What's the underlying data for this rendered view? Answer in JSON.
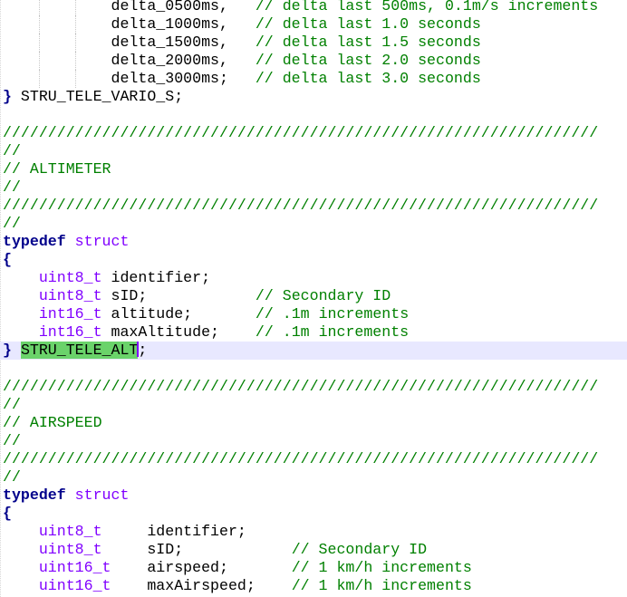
{
  "editor": {
    "colors": {
      "keyword": "#00008b",
      "type": "#8000ff",
      "comment": "#008000",
      "selection": "#6ad36a",
      "current_line": "#e8e8ff"
    },
    "lines": [
      {
        "indent": "            ",
        "ident": "delta_0500ms,",
        "pad": "   ",
        "comment": "// delta last 500ms, 0.1m/s increments"
      },
      {
        "indent": "            ",
        "ident": "delta_1000ms,",
        "pad": "   ",
        "comment": "// delta last 1.0 seconds"
      },
      {
        "indent": "            ",
        "ident": "delta_1500ms,",
        "pad": "   ",
        "comment": "// delta last 1.5 seconds"
      },
      {
        "indent": "            ",
        "ident": "delta_2000ms,",
        "pad": "   ",
        "comment": "// delta last 2.0 seconds"
      },
      {
        "indent": "            ",
        "ident": "delta_3000ms;",
        "pad": "   ",
        "comment": "// delta last 3.0 seconds"
      },
      {
        "brace": "}",
        "ident": " STRU_TELE_VARIO_S;"
      },
      {
        "blank": ""
      },
      {
        "comment": "//////////////////////////////////////////////////////////////////"
      },
      {
        "comment": "//"
      },
      {
        "comment": "// ALTIMETER"
      },
      {
        "comment": "//"
      },
      {
        "comment": "//////////////////////////////////////////////////////////////////"
      },
      {
        "comment": "//"
      },
      {
        "keyword": "typedef",
        "type": " struct"
      },
      {
        "brace": "{"
      },
      {
        "indent": "    ",
        "type": "uint8_t",
        "ident": " identifier;"
      },
      {
        "indent": "    ",
        "type": "uint8_t",
        "ident": " sID;",
        "pad": "            ",
        "comment": "// Secondary ID"
      },
      {
        "indent": "    ",
        "type": "int16_t",
        "ident": " altitude;",
        "pad": "       ",
        "comment": "// .1m increments"
      },
      {
        "indent": "    ",
        "type": "int16_t",
        "ident": " maxAltitude;",
        "pad": "    ",
        "comment": "// .1m increments"
      },
      {
        "brace": "}",
        "space": " ",
        "selected": "STRU_TELE_ALT",
        "ident": ";"
      },
      {
        "blank": ""
      },
      {
        "comment": "//////////////////////////////////////////////////////////////////"
      },
      {
        "comment": "//"
      },
      {
        "comment": "// AIRSPEED"
      },
      {
        "comment": "//"
      },
      {
        "comment": "//////////////////////////////////////////////////////////////////"
      },
      {
        "comment": "//"
      },
      {
        "keyword": "typedef",
        "type": " struct"
      },
      {
        "brace": "{"
      },
      {
        "indent": "    ",
        "type": "uint8_t",
        "ident": "     identifier;"
      },
      {
        "indent": "    ",
        "type": "uint8_t",
        "ident": "     sID;",
        "pad": "            ",
        "comment": "// Secondary ID"
      },
      {
        "indent": "    ",
        "type": "uint16_t",
        "ident": "    airspeed;",
        "pad": "       ",
        "comment": "// 1 km/h increments"
      },
      {
        "indent": "    ",
        "type": "uint16_t",
        "ident": "    maxAirspeed;",
        "pad": "    ",
        "comment": "// 1 km/h increments"
      }
    ]
  }
}
